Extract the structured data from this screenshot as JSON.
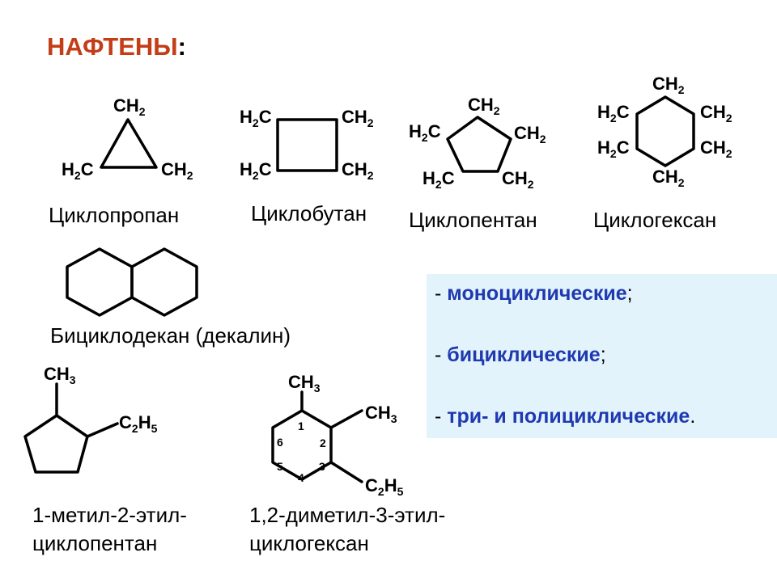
{
  "title": "НАФТЕНЫ",
  "title_colon": ":",
  "atoms": {
    "ch2": "CH",
    "h2c": "H",
    "c": "C",
    "two": "2",
    "ch3": "CH",
    "three": "3",
    "c2h5_c": "C",
    "c2h5_h": "H",
    "five": "5"
  },
  "ring_numbers": [
    "1",
    "2",
    "3",
    "4",
    "5",
    "6"
  ],
  "names": {
    "cyclopropane": "Циклопропан",
    "cyclobutane": "Циклобутан",
    "cyclopentane": "Циклопентан",
    "cyclohexane": "Циклогексан",
    "bicyclodecane": "Бициклодекан (декалин)",
    "methylethyl_line1": "1-метил-2-этил-",
    "methylethyl_line2": "циклопентан",
    "dimethylethyl_line1": "1,2-диметил-3-этил-",
    "dimethylethyl_line2": "циклогексан"
  },
  "classes": [
    {
      "dash": "- ",
      "text": "моноциклические",
      "end": ";"
    },
    {
      "dash": "- ",
      "text": "бициклические",
      "end": ";"
    },
    {
      "dash": "- ",
      "text": "три- и полициклические",
      "end": "."
    }
  ],
  "colors": {
    "title": "#c33d17",
    "class_text": "#1f39b0",
    "box_bg": "#e2f3fb"
  }
}
